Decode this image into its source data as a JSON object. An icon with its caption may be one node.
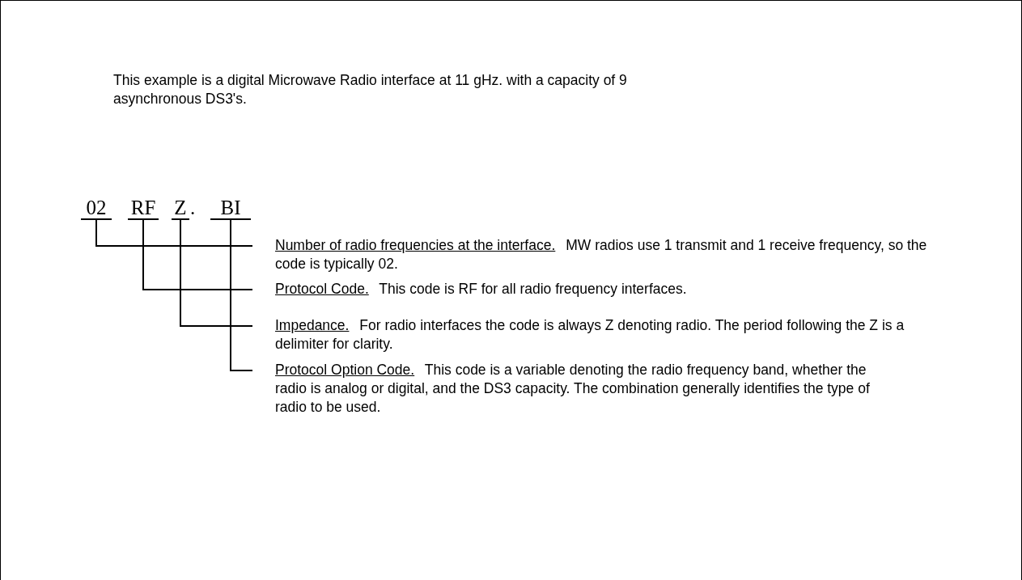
{
  "diagram": {
    "nodes": [
      {
        "text": [
          "02"
        ]
      },
      {
        "text": [
          "RF"
        ]
      },
      {
        "text": [
          "Z"
        ]
      },
      {
        "text": [
          "BI"
        ]
      },
      {
        "text": [
          "Number of radio frequencies at the interface.",
          "MW radios use 1 transmit and 1 receive frequency, so the code is typically 02."
        ]
      },
      {
        "text": [
          "Protocol Code.",
          "This code is RF for all radio frequency interfaces."
        ]
      },
      {
        "text": [
          "Impedance.",
          "For radio interfaces the code is always Z denoting radio. The period following the Z is a delimiter for clarity."
        ]
      },
      {
        "text": [
          "Protocol Option Code.",
          "This code is a variable denoting the radio frequency band, whether the radio is analog or digital, and the DS3 capacity. The combination generally identifies the type of radio to be used."
        ]
      }
    ],
    "edges": [
      {
        "from": 0,
        "to": 4,
        "arrow": "none"
      },
      {
        "from": 1,
        "to": 5,
        "arrow": "none"
      },
      {
        "from": 2,
        "to": 6,
        "arrow": "none"
      },
      {
        "from": 3,
        "to": 7,
        "arrow": "none"
      }
    ],
    "labels": [
      "This example is a digital Microwave Radio interface at 11 gHz. with a capacity of 9 asynchronous DS3's.",
      "."
    ]
  }
}
